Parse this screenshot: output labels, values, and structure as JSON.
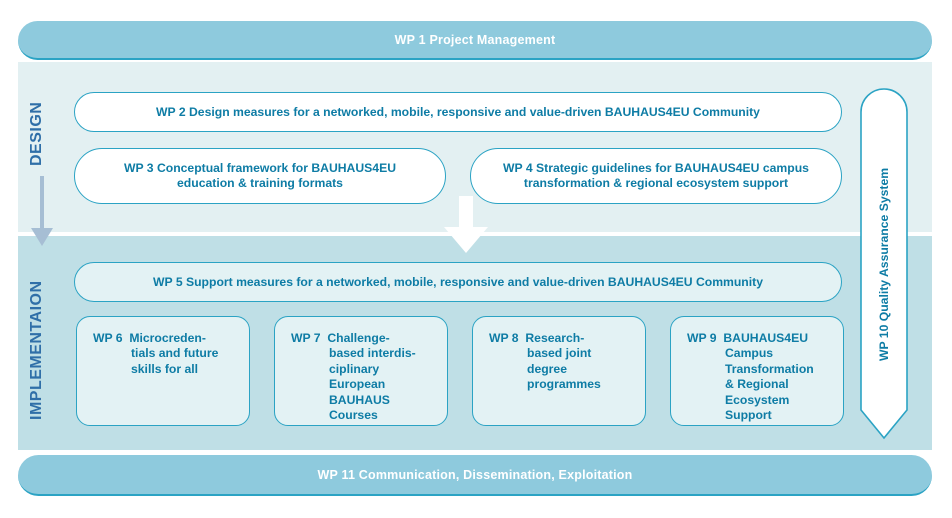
{
  "diagram": {
    "title": "BAUHAUS4EU Work Package Structure",
    "colors": {
      "bar_fill": "#8ecadd",
      "bar_text": "#ffffff",
      "border": "#2ba3c4",
      "text_teal": "#0e7ca5",
      "rail_text": "#2f6fa8",
      "rail_arrow": "#a6bed4",
      "design_bg": "#e3f0f2",
      "implementation_bg": "#bfdfe6",
      "card_bg": "#e3f2f4",
      "page_bg": "#ffffff",
      "center_arrow": "#ffffff"
    }
  },
  "top_bar": {
    "id": "WP 1",
    "label": "WP 1  Project Management"
  },
  "bottom_bar": {
    "id": "WP 11",
    "label": "WP 11   Communication, Dissemination, Exploitation"
  },
  "rails": {
    "design": {
      "label": "DESIGN",
      "arrow_icon": "arrow-down-icon"
    },
    "implementation": {
      "label": "IMPLEMENTAION",
      "arrow_icon": "arrow-down-icon"
    }
  },
  "center_flow": {
    "arrow_icon": "arrow-down-icon",
    "from": "DESIGN",
    "to": "IMPLEMENTAION"
  },
  "design_section": {
    "name": "DESIGN",
    "wide_box": {
      "label": "WP 2   Design measures for a networked, mobile, responsive and value-driven BAUHAUS4EU Community"
    },
    "boxes": [
      {
        "label": "WP 3  Conceptual framework for BAUHAUS4EU\neducation & training formats"
      },
      {
        "label": "WP 4  Strategic guidelines for BAUHAUS4EU campus\ntransformation & regional ecosystem support"
      }
    ]
  },
  "implementation_section": {
    "name": "IMPLEMENTAION",
    "wide_box": {
      "label": "WP 5  Support measures for a networked, mobile, responsive and value-driven BAUHAUS4EU Community"
    },
    "cards": [
      {
        "number": "WP 6",
        "title": "Microcreden-\ntials and future\nskills for all"
      },
      {
        "number": "WP 7",
        "title": "Challenge-\nbased interdis-\nciplinary\nEuropean\nBAUHAUS\nCourses"
      },
      {
        "number": "WP 8",
        "title": "Research-\nbased joint\ndegree\nprogrammes"
      },
      {
        "number": "WP 9",
        "title": "BAUHAUS4EU\nCampus\nTransformation\n& Regional\nEcosystem\nSupport"
      }
    ]
  },
  "side_column": {
    "label": "WP 10  Quality Assurance System",
    "shape": "rounded-top-arrow-bottom"
  }
}
